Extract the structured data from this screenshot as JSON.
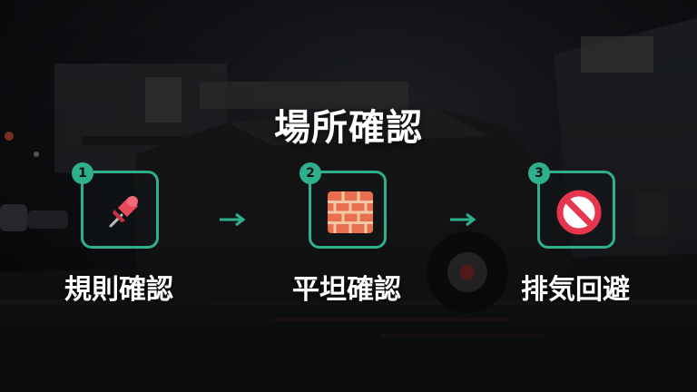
{
  "title": "場所確認",
  "colors": {
    "accent": "#2fb08d",
    "text": "#ffffff"
  },
  "steps": [
    {
      "number": "1",
      "icon": "pushpin-icon",
      "label": "規則確認"
    },
    {
      "number": "2",
      "icon": "brick-icon",
      "label": "平坦確認"
    },
    {
      "number": "3",
      "icon": "prohibited-icon",
      "label": "排気回避"
    }
  ]
}
